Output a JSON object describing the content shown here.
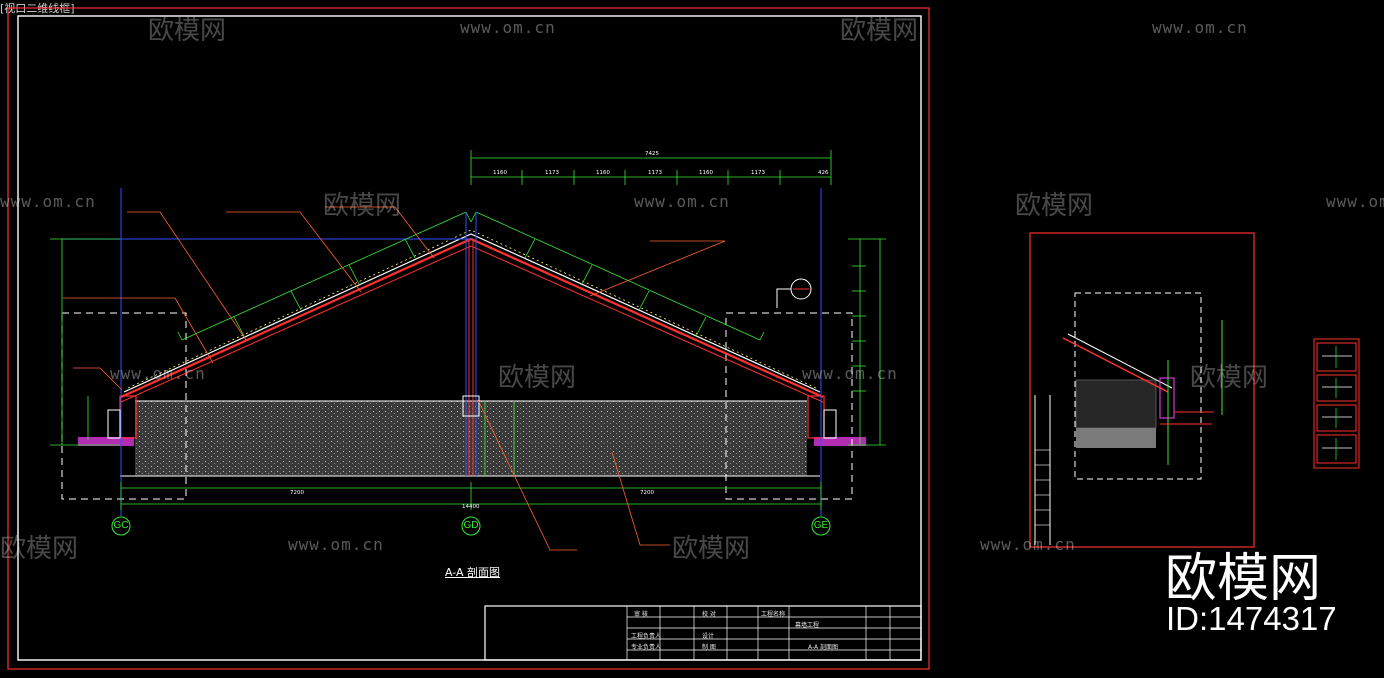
{
  "window": {
    "tab_label": "[视口二维线框]"
  },
  "drawing": {
    "title": "A-A 剖面图",
    "grid_axes": [
      "GC",
      "GD",
      "GE"
    ],
    "dimensions": {
      "total_width": "14400",
      "left_span": "7200",
      "right_span": "7200",
      "top_total": "7425",
      "top_segments": [
        "1160",
        "1173",
        "1160",
        "1173",
        "1160",
        "1173",
        "426"
      ]
    },
    "colors": {
      "frame": "#ff3030",
      "inner_frame": "#ffffff",
      "roof": "#ff3030",
      "dimension": "#38e838",
      "leader": "#ff6030",
      "axis": "#3050ff",
      "fill": "#9a9a9a",
      "magenta": "#ff40ff"
    }
  },
  "title_block": {
    "row1": [
      "审 核",
      "校 对",
      "工程名称"
    ],
    "row2": [
      "工程负责人",
      "设计",
      "幕墙工程"
    ],
    "row3": [
      "专业负责人",
      "制 图",
      "A-A 剖面图"
    ]
  },
  "watermark": {
    "logo_text": "欧模网",
    "url": "www.om.cn",
    "brand": "欧模网",
    "id": "ID:1474317"
  }
}
